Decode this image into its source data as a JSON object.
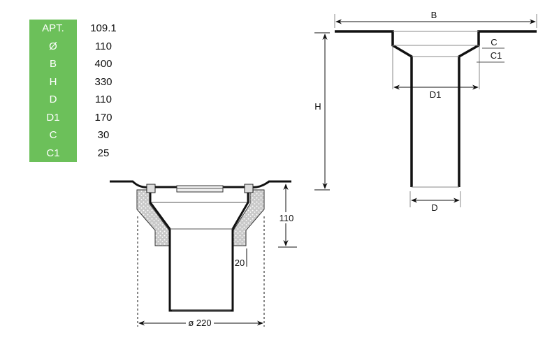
{
  "spec_table": [
    {
      "label": "APT.",
      "value": "109.1"
    },
    {
      "label": "Ø",
      "value": "110"
    },
    {
      "label": "B",
      "value": "400"
    },
    {
      "label": "H",
      "value": "330"
    },
    {
      "label": "D",
      "value": "110"
    },
    {
      "label": "D1",
      "value": "170"
    },
    {
      "label": "C",
      "value": "30"
    },
    {
      "label": "C1",
      "value": "25"
    }
  ],
  "section_drawing": {
    "height_dim": "110",
    "offset_dim": "20",
    "diameter_dim": "ø 220"
  },
  "schematic_drawing": {
    "b": "B",
    "h": "H",
    "d": "D",
    "d1": "D1",
    "c": "C",
    "c1": "C1"
  },
  "colors": {
    "table_green": "#6cc05a"
  }
}
